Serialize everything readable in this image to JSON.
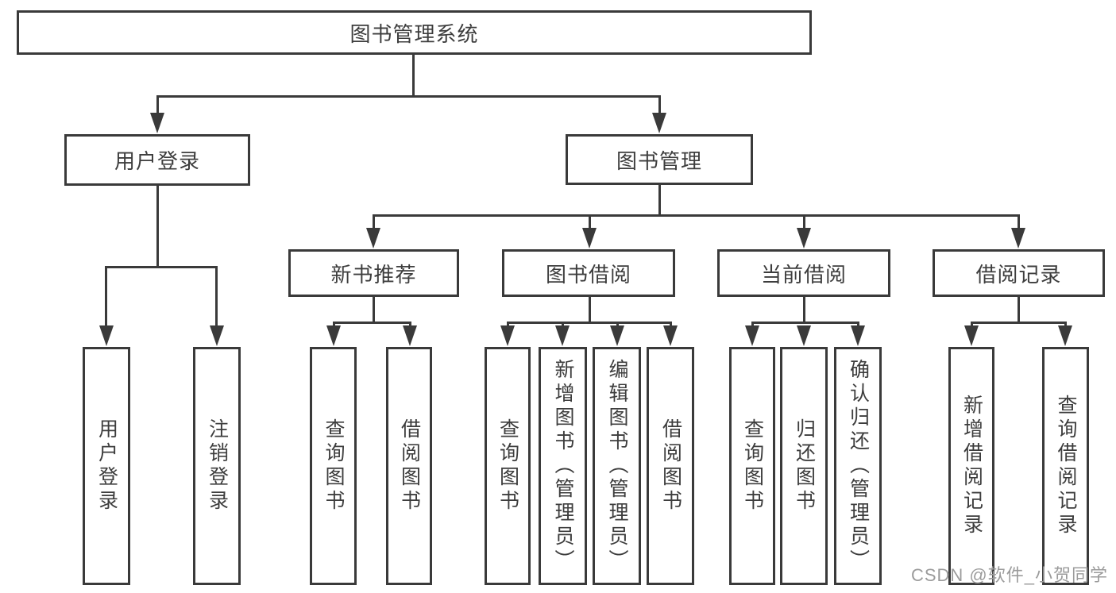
{
  "colors": {
    "line": "#3a3a3a",
    "text": "#3d3d3d",
    "background": "#ffffff",
    "watermark_color": "#9b9b9b"
  },
  "tree": {
    "root": {
      "label": "图书管理系统",
      "children": [
        {
          "label": "用户登录",
          "children": [
            {
              "label": "用户登录"
            },
            {
              "label": "注销登录"
            }
          ]
        },
        {
          "label": "图书管理",
          "children": [
            {
              "label": "新书推荐",
              "children": [
                {
                  "label": "查询图书"
                },
                {
                  "label": "借阅图书"
                }
              ]
            },
            {
              "label": "图书借阅",
              "children": [
                {
                  "label": "查询图书"
                },
                {
                  "label": "新增图书（管理员）"
                },
                {
                  "label": "编辑图书（管理员）"
                },
                {
                  "label": "借阅图书"
                }
              ]
            },
            {
              "label": "当前借阅",
              "children": [
                {
                  "label": "查询图书"
                },
                {
                  "label": "归还图书"
                },
                {
                  "label": "确认归还（管理员）"
                }
              ]
            },
            {
              "label": "借阅记录",
              "children": [
                {
                  "label": "新增借阅记录"
                },
                {
                  "label": "查询借阅记录"
                }
              ]
            }
          ]
        }
      ]
    }
  },
  "watermark": {
    "text": "CSDN @软件_小贺同学"
  }
}
